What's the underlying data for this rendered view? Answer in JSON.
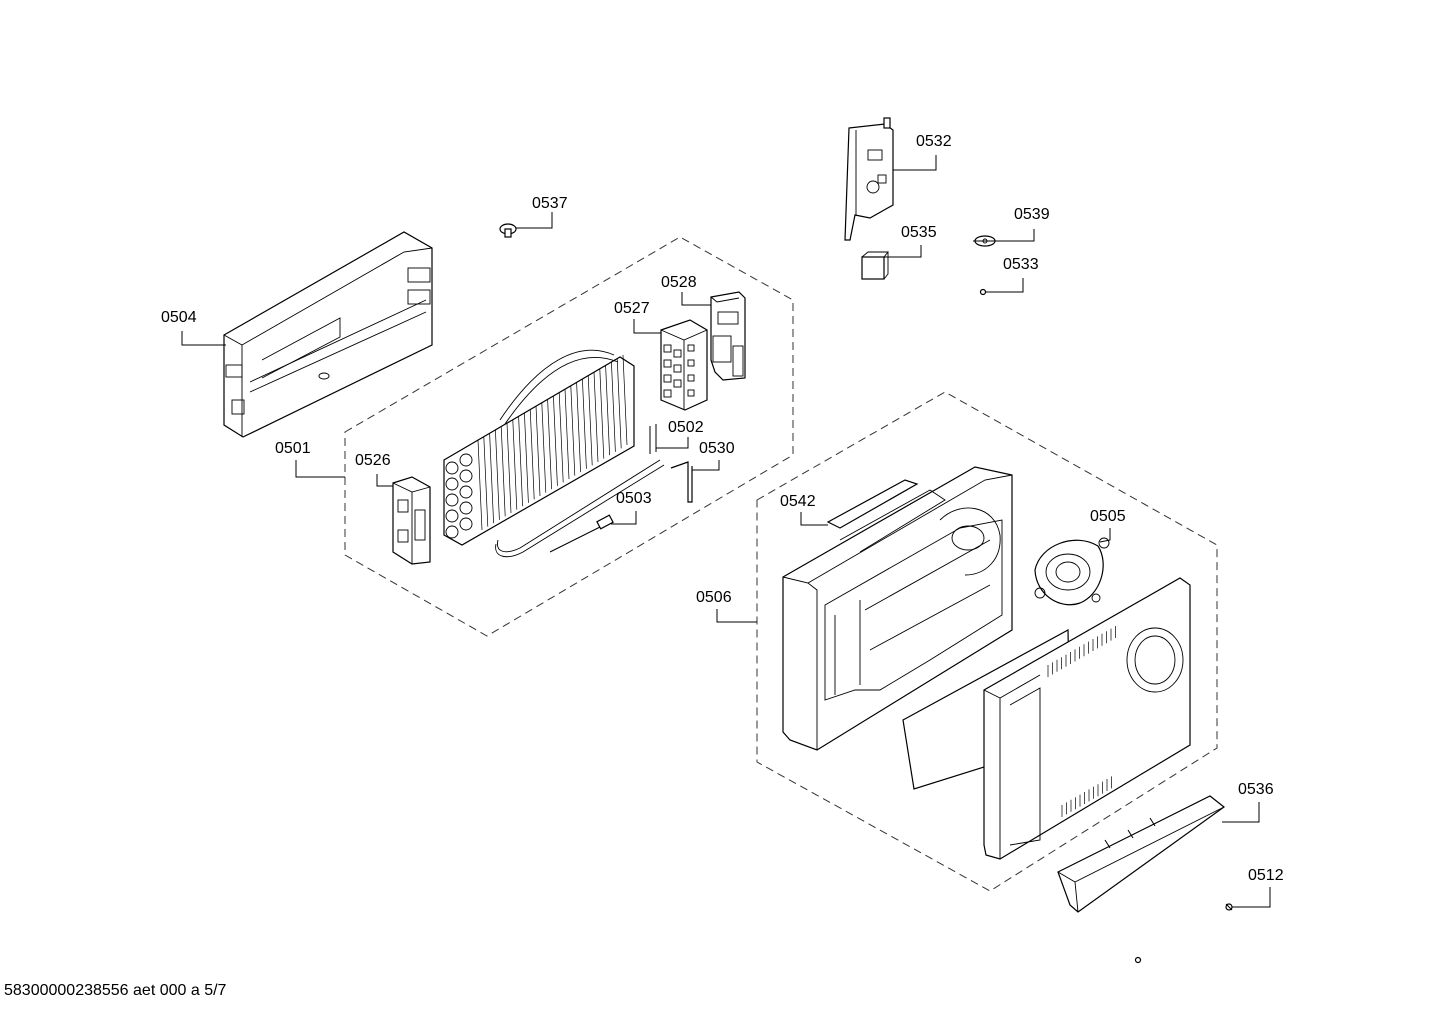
{
  "parts": [
    {
      "id": "0504",
      "label": "0504"
    },
    {
      "id": "0537",
      "label": "0537"
    },
    {
      "id": "0532",
      "label": "0532"
    },
    {
      "id": "0535",
      "label": "0535"
    },
    {
      "id": "0539",
      "label": "0539"
    },
    {
      "id": "0533",
      "label": "0533"
    },
    {
      "id": "0528",
      "label": "0528"
    },
    {
      "id": "0527",
      "label": "0527"
    },
    {
      "id": "0502",
      "label": "0502"
    },
    {
      "id": "0530",
      "label": "0530"
    },
    {
      "id": "0501",
      "label": "0501"
    },
    {
      "id": "0526",
      "label": "0526"
    },
    {
      "id": "0503",
      "label": "0503"
    },
    {
      "id": "0542",
      "label": "0542"
    },
    {
      "id": "0505",
      "label": "0505"
    },
    {
      "id": "0506",
      "label": "0506"
    },
    {
      "id": "0536",
      "label": "0536"
    },
    {
      "id": "0512",
      "label": "0512"
    }
  ],
  "footer": {
    "document_id": "58300000238556 aet 000 a 5/7"
  }
}
